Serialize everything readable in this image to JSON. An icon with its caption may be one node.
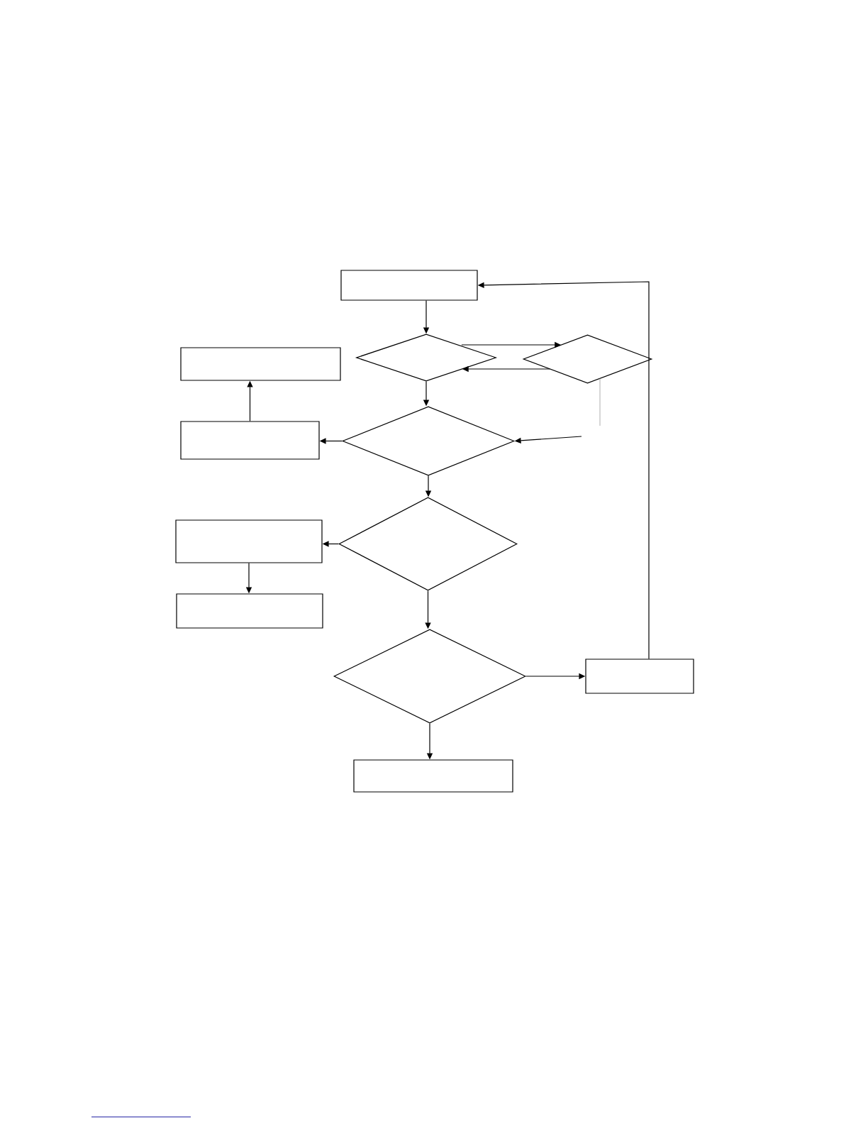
{
  "diagram": {
    "nodes": [
      {
        "text": [],
        "shape": "box"
      },
      {
        "text": [],
        "shape": "diamond"
      },
      {
        "text": [],
        "shape": "diamond"
      },
      {
        "text": [],
        "shape": "box"
      },
      {
        "text": [],
        "shape": "box"
      },
      {
        "text": [],
        "shape": "diamond"
      },
      {
        "text": [],
        "shape": "box"
      },
      {
        "text": [],
        "shape": "diamond"
      },
      {
        "text": [],
        "shape": "box"
      },
      {
        "text": [],
        "shape": "diamond"
      },
      {
        "text": [],
        "shape": "box"
      },
      {
        "text": [],
        "shape": "box"
      }
    ],
    "edges": [
      {
        "from": 0,
        "to": 1,
        "arrow": "to"
      },
      {
        "from": 1,
        "to": 2,
        "arrow": "to"
      },
      {
        "from": 2,
        "to": 1,
        "arrow": "to"
      },
      {
        "from": 1,
        "to": 5,
        "arrow": "to"
      },
      {
        "from": 5,
        "to": 4,
        "arrow": "to"
      },
      {
        "from": 4,
        "to": 3,
        "arrow": "to"
      },
      {
        "from": 5,
        "to": 7,
        "arrow": "to"
      },
      {
        "from": 7,
        "to": 6,
        "arrow": "to"
      },
      {
        "from": 6,
        "to": 8,
        "arrow": "to"
      },
      {
        "from": 7,
        "to": 9,
        "arrow": "to"
      },
      {
        "from": 9,
        "to": 10,
        "arrow": "to"
      },
      {
        "from": 9,
        "to": 11,
        "arrow": "to"
      },
      {
        "from": 10,
        "to": 0,
        "arrow": "to"
      },
      {
        "from": null,
        "to": 5,
        "arrow": "to"
      },
      {
        "from": 2,
        "to": null,
        "arrow": "none",
        "color": "#999999"
      }
    ]
  }
}
